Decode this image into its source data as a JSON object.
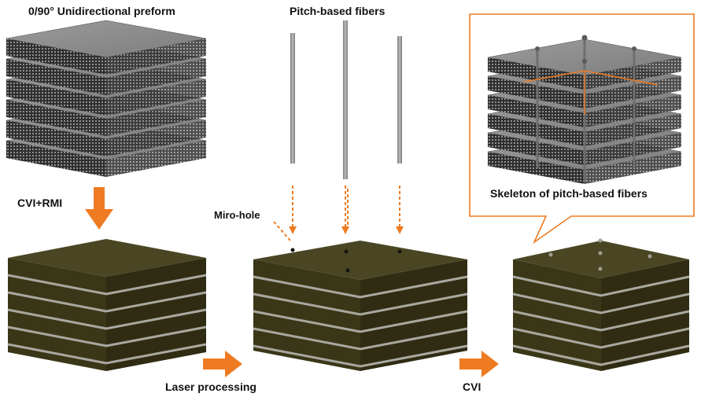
{
  "labels": {
    "preform": "0/90° Unidirectional preform",
    "fibers": "Pitch-based fibers",
    "cvi_rmi": "CVI+RMI",
    "micro_hole": "Miro-hole",
    "skeleton": "Skeleton of pitch-based fibers",
    "laser": "Laser processing",
    "cvi": "CVI"
  },
  "colors": {
    "accent": "#ee7b22",
    "composite_top": "#4a4624",
    "composite_side": "#3a3718",
    "fiber_ply": "#8c8c8c",
    "fiber_rod": "#9a9a9a"
  }
}
